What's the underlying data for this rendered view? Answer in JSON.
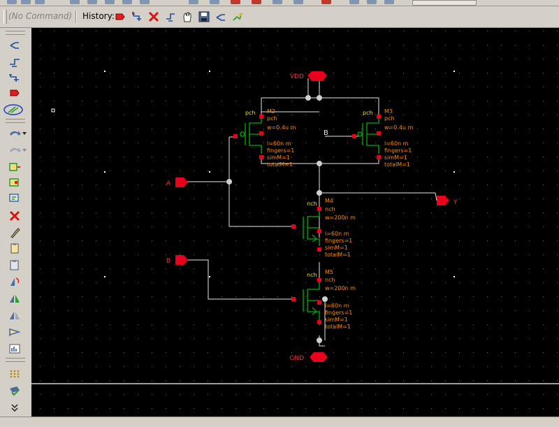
{
  "toolbar": {
    "command_text": "(No Command)",
    "history_label": "History:"
  },
  "history_icons": [
    "delete-icon",
    "pin-icon",
    "close-icon",
    "wire-icon",
    "pan-hand-icon",
    "save-icon",
    "add-pin-icon",
    "wire-name-icon"
  ],
  "sidebar_icons": [
    "add-pin-icon",
    "wire-icon",
    "add-wire-name-icon",
    "delete-icon",
    "stretch-icon",
    "undo-icon",
    "redo-icon",
    "add-instance-icon",
    "add-pin-dialog-icon",
    "create-label-icon",
    "remove-icon",
    "properties-icon",
    "copy-icon",
    "paste-icon",
    "rotate-icon",
    "mirror-icon",
    "flip-icon",
    "check-save-icon",
    "symbol-icon",
    "grid-icon",
    "save-ok-icon",
    "more-icon"
  ],
  "schematic": {
    "nets": {
      "vdd": "VDD",
      "gnd": "GND",
      "a": "A",
      "b": "B",
      "y": "Y",
      "b_gate": "B"
    },
    "instances": [
      {
        "id": "m2",
        "name": "M2",
        "type": "pch",
        "model": "pch",
        "w": "w=0.4u m",
        "l": "l=60n m",
        "fingers": "fingers=1",
        "simM": "simM=1",
        "totalM": "totalM=1"
      },
      {
        "id": "m3",
        "name": "M3",
        "type": "pch",
        "model": "pch",
        "w": "w=0.4u m",
        "l": "l=60n m",
        "fingers": "fingers=1",
        "simM": "simM=1",
        "totalM": "totalM=1"
      },
      {
        "id": "m4",
        "name": "M4",
        "type": "nch",
        "model": "nch",
        "w": "w=200n m",
        "l": "l=60n m",
        "fingers": "fingers=1",
        "simM": "simM=1",
        "totalM": "totalM=1"
      },
      {
        "id": "m5",
        "name": "M5",
        "type": "nch",
        "model": "nch",
        "w": "w=200n m",
        "l": "l=60n m",
        "fingers": "fingers=1",
        "simM": "simM=1",
        "totalM": "totalM=1"
      }
    ]
  },
  "colors": {
    "canvas": "#000000",
    "wire": "#ffffff",
    "pin": "#ff0000",
    "instance_label": "#ff8c00",
    "device": "#00b000",
    "type_label": "#ffff00"
  }
}
